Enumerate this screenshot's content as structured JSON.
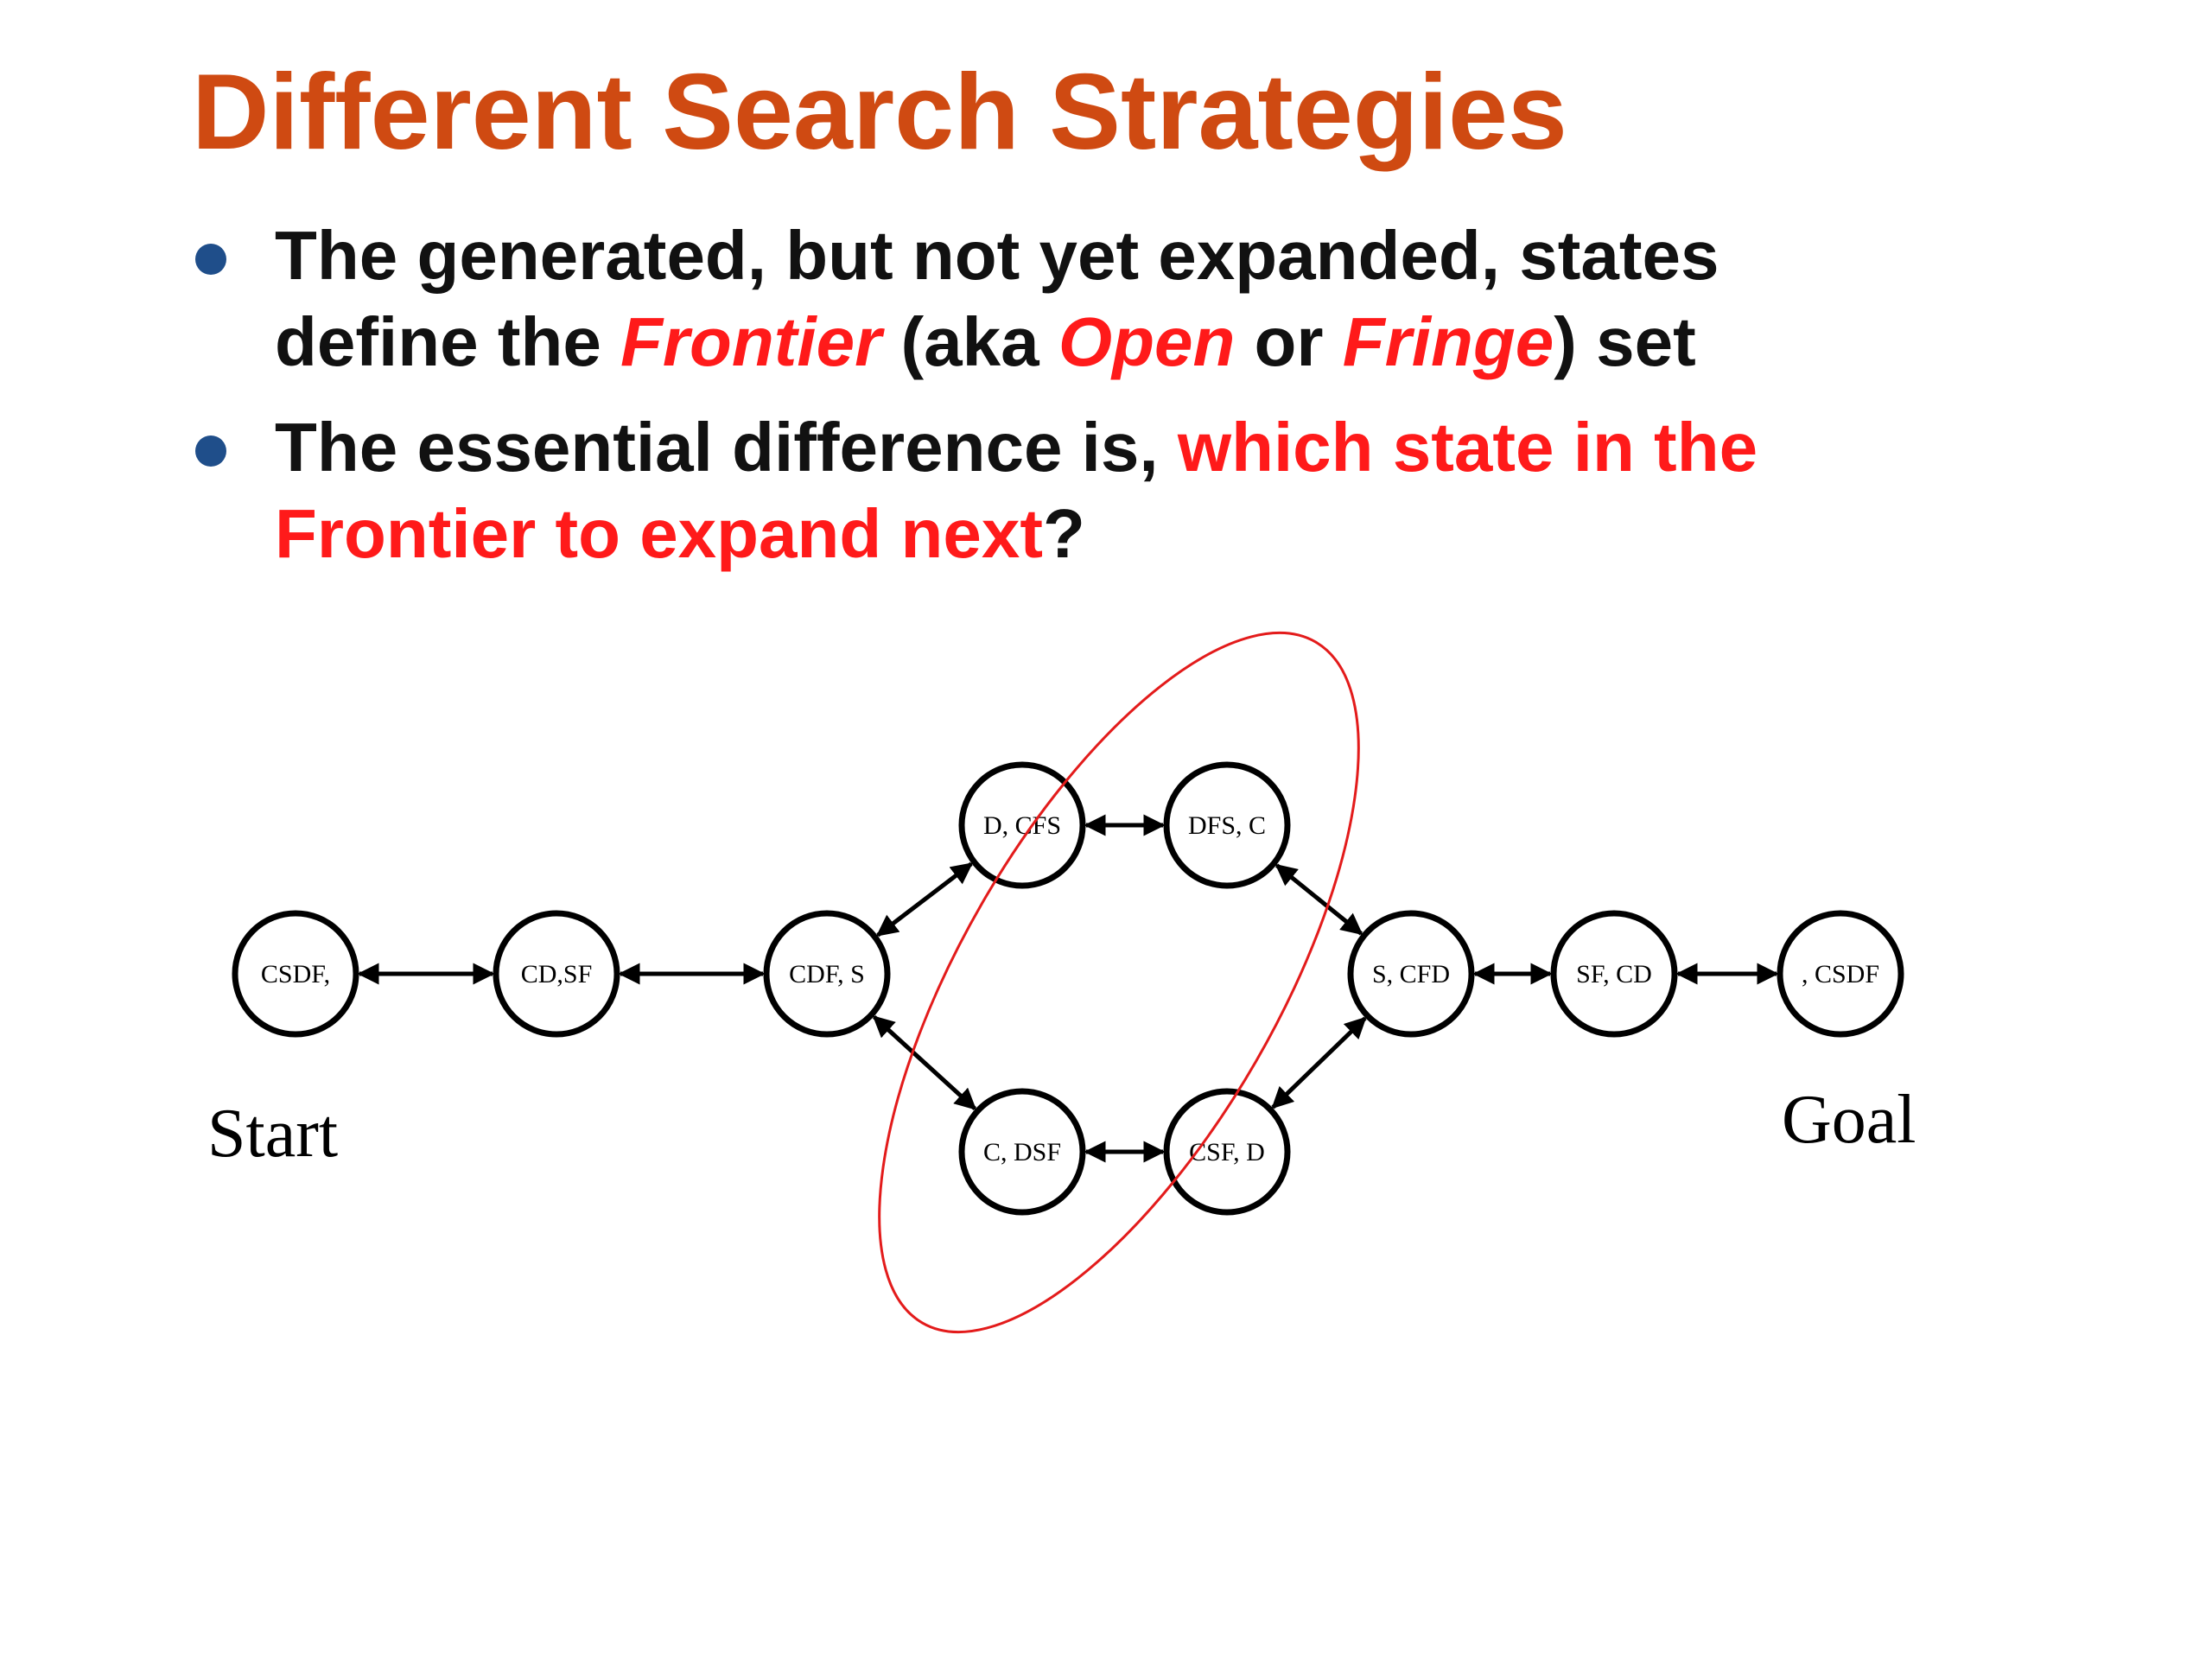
{
  "slide": {
    "title": "Different Search Strategies",
    "bullets": [
      {
        "line1": "The generated, but not yet expanded, states",
        "line2_a": "define the ",
        "line2_frontier": "Frontier",
        "line2_b": " (aka ",
        "line2_open": "Open",
        "line2_c": " or ",
        "line2_fringe": "Fringe",
        "line2_d": ") set"
      },
      {
        "line1_a": "The essential difference is, ",
        "line1_red": "which state in the",
        "line2_red": "Frontier to expand next",
        "line2_end": "?"
      }
    ],
    "colors": {
      "title": "#cf4a12",
      "emphasis": "#ff1a1a",
      "bullet": "#1f4e8a",
      "frontier_outline": "#e31b1b"
    }
  },
  "diagram": {
    "nodes": [
      {
        "id": "n1",
        "label": "CSDF,"
      },
      {
        "id": "n2",
        "label": "CD,SF"
      },
      {
        "id": "n3",
        "label": "CDF, S"
      },
      {
        "id": "n4",
        "label": "D, CFS"
      },
      {
        "id": "n5",
        "label": "DFS, C"
      },
      {
        "id": "n6",
        "label": "C, DSF"
      },
      {
        "id": "n7",
        "label": "CSF, D"
      },
      {
        "id": "n8",
        "label": "S, CFD"
      },
      {
        "id": "n9",
        "label": "SF, CD"
      },
      {
        "id": "n10",
        "label": ", CSDF"
      }
    ],
    "edges": [
      {
        "from": "n1",
        "to": "n2",
        "bidirectional": true
      },
      {
        "from": "n2",
        "to": "n3",
        "bidirectional": true
      },
      {
        "from": "n3",
        "to": "n4",
        "bidirectional": true
      },
      {
        "from": "n3",
        "to": "n6",
        "bidirectional": true
      },
      {
        "from": "n4",
        "to": "n5",
        "bidirectional": true
      },
      {
        "from": "n6",
        "to": "n7",
        "bidirectional": true
      },
      {
        "from": "n5",
        "to": "n8",
        "bidirectional": true
      },
      {
        "from": "n7",
        "to": "n8",
        "bidirectional": true
      },
      {
        "from": "n8",
        "to": "n9",
        "bidirectional": true
      },
      {
        "from": "n9",
        "to": "n10",
        "bidirectional": true
      }
    ],
    "start_label": "Start",
    "goal_label": "Goal",
    "frontier_nodes": [
      "n4",
      "n5",
      "n6",
      "n7"
    ]
  }
}
